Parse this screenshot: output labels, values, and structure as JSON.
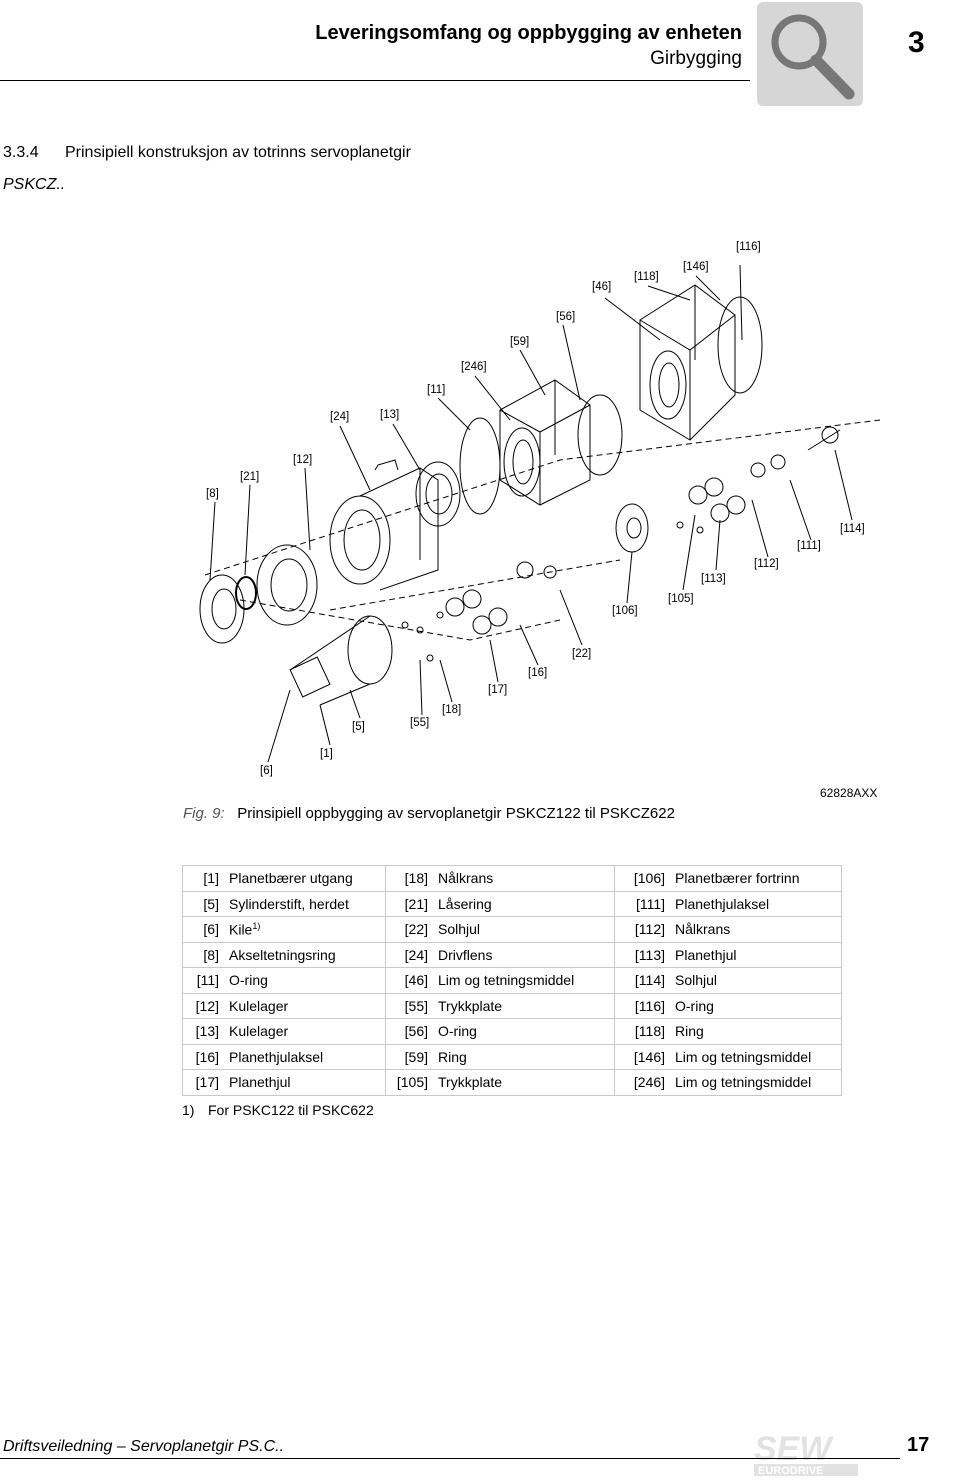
{
  "header": {
    "title": "Leveringsomfang og oppbygging av enheten",
    "subtitle": "Girbygging",
    "chapter": "3",
    "icon": "magnifier-icon"
  },
  "section": {
    "number": "3.3.4",
    "title": "Prinsipiell konstruksjon av totrinns servoplanetgir",
    "title_cont": "PSKCZ.."
  },
  "figure": {
    "callouts": [
      "[116]",
      "[46]",
      "[118]",
      "[146]",
      "[56]",
      "[59]",
      "[246]",
      "[11]",
      "[24]",
      "[13]",
      "[12]",
      "[21]",
      "[8]",
      "[114]",
      "[111]",
      "[112]",
      "[113]",
      "[105]",
      "[106]",
      "[22]",
      "[16]",
      "[17]",
      "[18]",
      "[55]",
      "[5]",
      "[1]",
      "[6]"
    ],
    "caption_label": "Fig. 9:",
    "caption_text": "Prinsipiell oppbygging av servoplanetgir PSKCZ122 til PSKCZ622",
    "code": "62828AXX"
  },
  "parts_table": [
    [
      {
        "k": "[1]",
        "v": "Planetbærer utgang"
      },
      {
        "k": "[18]",
        "v": "Nålkrans"
      },
      {
        "k": "[106]",
        "v": "Planetbærer fortrinn"
      }
    ],
    [
      {
        "k": "[5]",
        "v": "Sylinderstift, herdet"
      },
      {
        "k": "[21]",
        "v": "Låsering"
      },
      {
        "k": "[111]",
        "v": "Planethjulaksel"
      }
    ],
    [
      {
        "k": "[6]",
        "v": "Kile",
        "sup": "1)"
      },
      {
        "k": "[22]",
        "v": "Solhjul"
      },
      {
        "k": "[112]",
        "v": "Nålkrans"
      }
    ],
    [
      {
        "k": "[8]",
        "v": "Akseltetningsring"
      },
      {
        "k": "[24]",
        "v": "Drivflens"
      },
      {
        "k": "[113]",
        "v": "Planethjul"
      }
    ],
    [
      {
        "k": "[11]",
        "v": "O-ring"
      },
      {
        "k": "[46]",
        "v": "Lim og tetningsmiddel"
      },
      {
        "k": "[114]",
        "v": "Solhjul"
      }
    ],
    [
      {
        "k": "[12]",
        "v": "Kulelager"
      },
      {
        "k": "[55]",
        "v": "Trykkplate"
      },
      {
        "k": "[116]",
        "v": "O-ring"
      }
    ],
    [
      {
        "k": "[13]",
        "v": "Kulelager"
      },
      {
        "k": "[56]",
        "v": "O-ring"
      },
      {
        "k": "[118]",
        "v": "Ring"
      }
    ],
    [
      {
        "k": "[16]",
        "v": "Planethjulaksel"
      },
      {
        "k": "[59]",
        "v": "Ring"
      },
      {
        "k": "[146]",
        "v": "Lim og tetningsmiddel"
      }
    ],
    [
      {
        "k": "[17]",
        "v": "Planethjul"
      },
      {
        "k": "[105]",
        "v": "Trykkplate"
      },
      {
        "k": "[246]",
        "v": "Lim og tetningsmiddel"
      }
    ]
  ],
  "footnote": {
    "mark": "1)",
    "text": "For PSKC122 til PSKC622"
  },
  "footer": {
    "doc": "Driftsveiledning – Servoplanetgir PS.C..",
    "page": "17",
    "logo_text": "SEW",
    "logo_sub": "EURODRIVE"
  }
}
